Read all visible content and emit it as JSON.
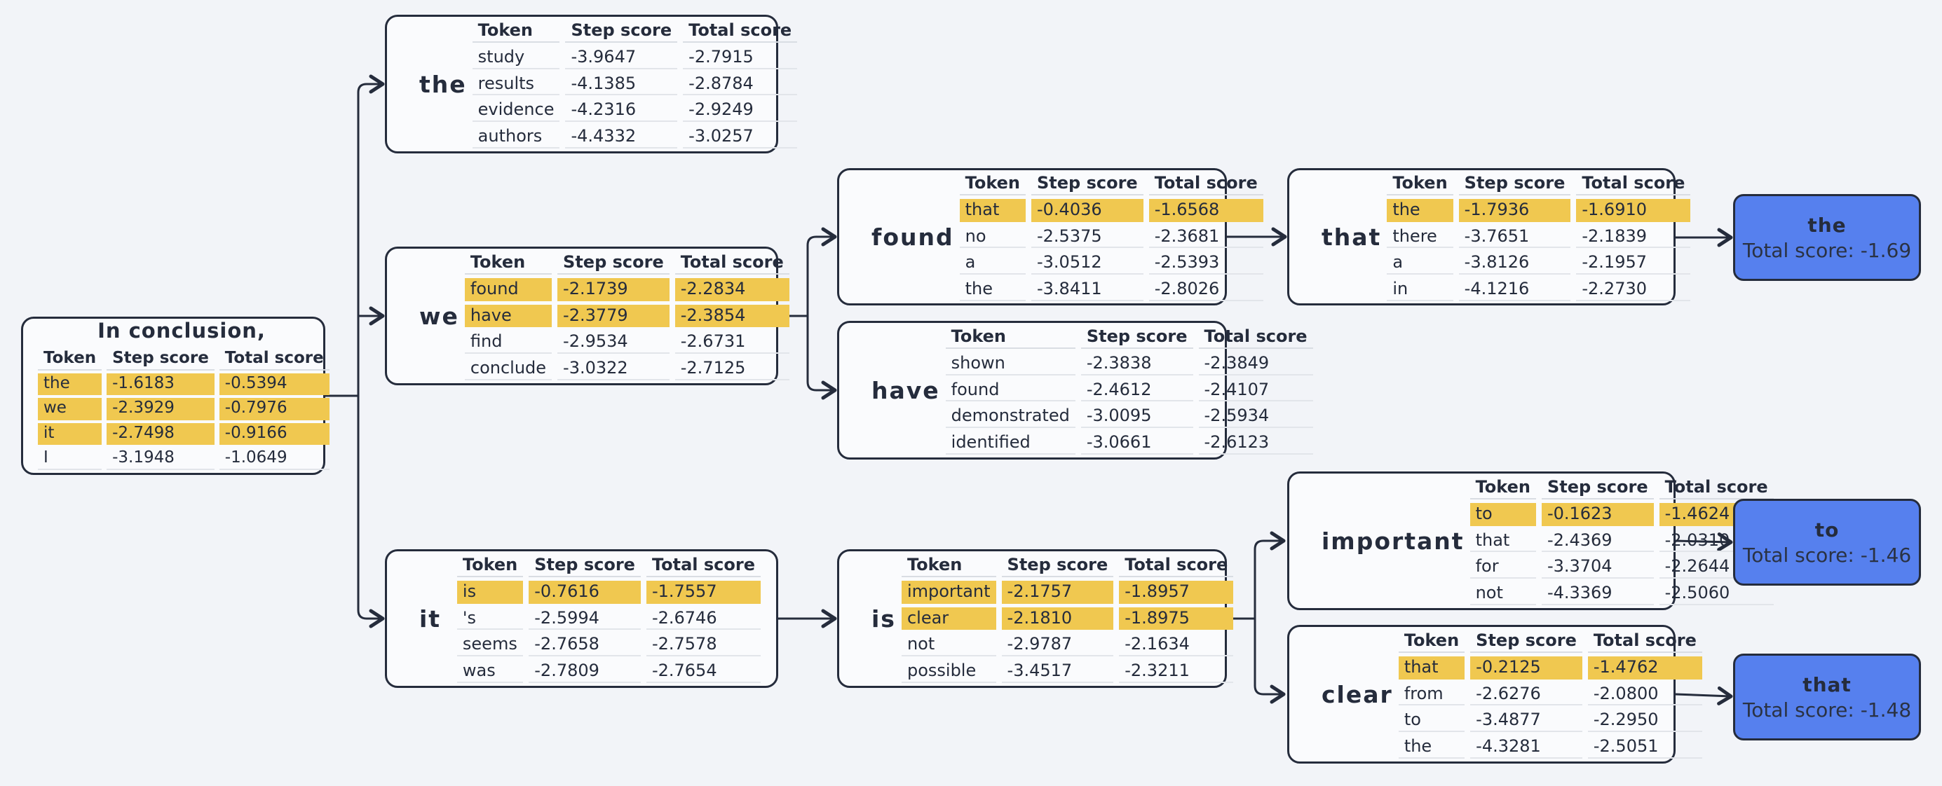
{
  "diagram": {
    "table_headers": [
      "Token",
      "Step score",
      "Total score"
    ],
    "root": {
      "title": "In conclusion,",
      "rows": [
        {
          "token": "the",
          "step": "-1.6183",
          "total": "-0.5394",
          "highlight": true
        },
        {
          "token": "we",
          "step": "-2.3929",
          "total": "-0.7976",
          "highlight": true
        },
        {
          "token": "it",
          "step": "-2.7498",
          "total": "-0.9166",
          "highlight": true
        },
        {
          "token": "I",
          "step": "-3.1948",
          "total": "-1.0649",
          "highlight": false
        }
      ]
    },
    "token_nodes": [
      {
        "id": "the",
        "label": "the",
        "rows": [
          {
            "token": "study",
            "step": "-3.9647",
            "total": "-2.7915",
            "highlight": false
          },
          {
            "token": "results",
            "step": "-4.1385",
            "total": "-2.8784",
            "highlight": false
          },
          {
            "token": "evidence",
            "step": "-4.2316",
            "total": "-2.9249",
            "highlight": false
          },
          {
            "token": "authors",
            "step": "-4.4332",
            "total": "-3.0257",
            "highlight": false
          }
        ]
      },
      {
        "id": "we",
        "label": "we",
        "rows": [
          {
            "token": "found",
            "step": "-2.1739",
            "total": "-2.2834",
            "highlight": true
          },
          {
            "token": "have",
            "step": "-2.3779",
            "total": "-2.3854",
            "highlight": true
          },
          {
            "token": "find",
            "step": "-2.9534",
            "total": "-2.6731",
            "highlight": false
          },
          {
            "token": "conclude",
            "step": "-3.0322",
            "total": "-2.7125",
            "highlight": false
          }
        ]
      },
      {
        "id": "it",
        "label": "it",
        "rows": [
          {
            "token": "is",
            "step": "-0.7616",
            "total": "-1.7557",
            "highlight": true
          },
          {
            "token": "'s",
            "step": "-2.5994",
            "total": "-2.6746",
            "highlight": false
          },
          {
            "token": "seems",
            "step": "-2.7658",
            "total": "-2.7578",
            "highlight": false
          },
          {
            "token": "was",
            "step": "-2.7809",
            "total": "-2.7654",
            "highlight": false
          }
        ]
      },
      {
        "id": "found",
        "label": "found",
        "rows": [
          {
            "token": "that",
            "step": "-0.4036",
            "total": "-1.6568",
            "highlight": true
          },
          {
            "token": "no",
            "step": "-2.5375",
            "total": "-2.3681",
            "highlight": false
          },
          {
            "token": "a",
            "step": "-3.0512",
            "total": "-2.5393",
            "highlight": false
          },
          {
            "token": "the",
            "step": "-3.8411",
            "total": "-2.8026",
            "highlight": false
          }
        ]
      },
      {
        "id": "have",
        "label": "have",
        "rows": [
          {
            "token": "shown",
            "step": "-2.3838",
            "total": "-2.3849",
            "highlight": false
          },
          {
            "token": "found",
            "step": "-2.4612",
            "total": "-2.4107",
            "highlight": false
          },
          {
            "token": "demonstrated",
            "step": "-3.0095",
            "total": "-2.5934",
            "highlight": false
          },
          {
            "token": "identified",
            "step": "-3.0661",
            "total": "-2.6123",
            "highlight": false
          }
        ]
      },
      {
        "id": "is",
        "label": "is",
        "rows": [
          {
            "token": "important",
            "step": "-2.1757",
            "total": "-1.8957",
            "highlight": true
          },
          {
            "token": "clear",
            "step": "-2.1810",
            "total": "-1.8975",
            "highlight": true
          },
          {
            "token": "not",
            "step": "-2.9787",
            "total": "-2.1634",
            "highlight": false
          },
          {
            "token": "possible",
            "step": "-3.4517",
            "total": "-2.3211",
            "highlight": false
          }
        ]
      },
      {
        "id": "that",
        "label": "that",
        "rows": [
          {
            "token": "the",
            "step": "-1.7936",
            "total": "-1.6910",
            "highlight": true
          },
          {
            "token": "there",
            "step": "-3.7651",
            "total": "-2.1839",
            "highlight": false
          },
          {
            "token": "a",
            "step": "-3.8126",
            "total": "-2.1957",
            "highlight": false
          },
          {
            "token": "in",
            "step": "-4.1216",
            "total": "-2.2730",
            "highlight": false
          }
        ]
      },
      {
        "id": "important",
        "label": "important",
        "rows": [
          {
            "token": "to",
            "step": "-0.1623",
            "total": "-1.4624",
            "highlight": true
          },
          {
            "token": "that",
            "step": "-2.4369",
            "total": "-2.0310",
            "highlight": false
          },
          {
            "token": "for",
            "step": "-3.3704",
            "total": "-2.2644",
            "highlight": false
          },
          {
            "token": "not",
            "step": "-4.3369",
            "total": "-2.5060",
            "highlight": false
          }
        ]
      },
      {
        "id": "clear",
        "label": "clear",
        "rows": [
          {
            "token": "that",
            "step": "-0.2125",
            "total": "-1.4762",
            "highlight": true
          },
          {
            "token": "from",
            "step": "-2.6276",
            "total": "-2.0800",
            "highlight": false
          },
          {
            "token": "to",
            "step": "-3.4877",
            "total": "-2.2950",
            "highlight": false
          },
          {
            "token": "the",
            "step": "-4.3281",
            "total": "-2.5051",
            "highlight": false
          }
        ]
      }
    ],
    "result_nodes": [
      {
        "id": "the",
        "token": "the",
        "total": "Total score: -1.69"
      },
      {
        "id": "to",
        "token": "to",
        "total": "Total score: -1.46"
      },
      {
        "id": "that",
        "token": "that",
        "total": "Total score: -1.48"
      }
    ],
    "colors": {
      "highlight": "#F0C850",
      "result_bg": "#5680EE",
      "ink": "#252C3C",
      "background": "#F2F4F8"
    }
  }
}
